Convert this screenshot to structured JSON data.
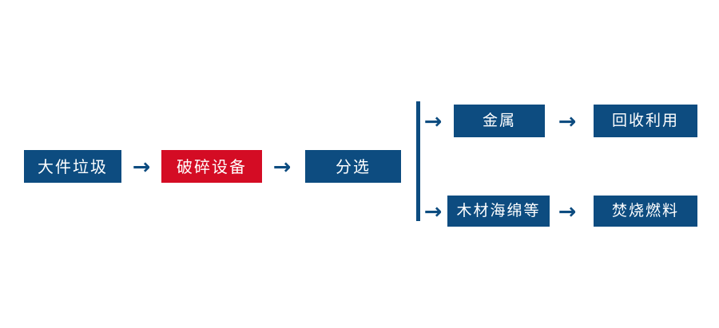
{
  "diagram": {
    "title": "",
    "type": "process-flow",
    "colors": {
      "primary": "#0d4c80",
      "highlight": "#d40c24",
      "background": "#ffffff",
      "text": "#ffffff"
    },
    "nodes": {
      "source": {
        "label": "大件垃圾",
        "style": "primary"
      },
      "crusher": {
        "label": "破碎设备",
        "style": "highlight"
      },
      "sorting": {
        "label": "分选",
        "style": "primary"
      },
      "metal": {
        "label": "金属",
        "style": "primary"
      },
      "recycle": {
        "label": "回收利用",
        "style": "primary"
      },
      "wood": {
        "label": "木材海绵等",
        "style": "primary"
      },
      "fuel": {
        "label": "焚烧燃料",
        "style": "primary"
      }
    },
    "arrows": {
      "glyph": "→",
      "source_to_crusher": "→",
      "crusher_to_sorting": "→",
      "split_to_metal": "→",
      "metal_to_recycle": "→",
      "split_to_wood": "→",
      "wood_to_fuel": "→"
    },
    "connector": {
      "name": "split-line",
      "orientation": "vertical"
    }
  }
}
